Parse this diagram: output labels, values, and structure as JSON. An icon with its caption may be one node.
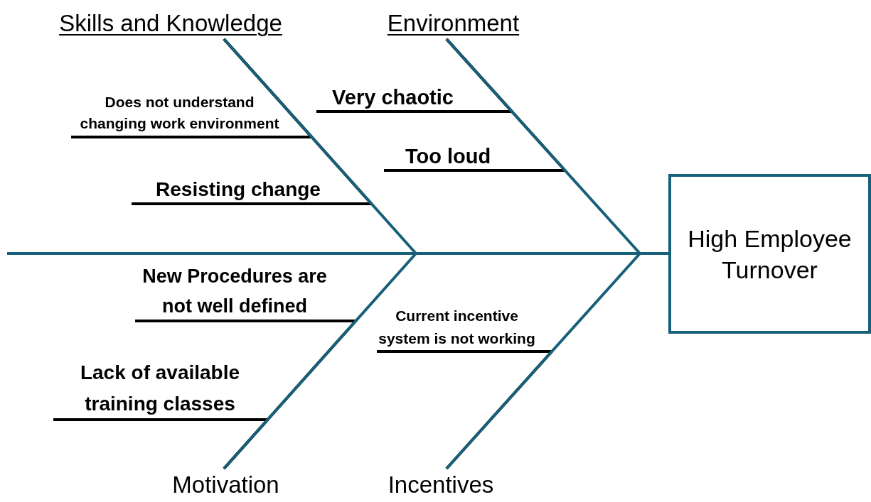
{
  "diagram": {
    "nodes": [
      {
        "text": [
          "Skills and Knowledge"
        ]
      },
      {
        "text": [
          "Environment"
        ]
      },
      {
        "text": [
          "Does not understand changing work environment"
        ]
      },
      {
        "text": [
          "Very chaotic"
        ]
      },
      {
        "text": [
          "Too loud"
        ]
      },
      {
        "text": [
          "Resisting change"
        ]
      },
      {
        "text": [
          "High Employee Turnover"
        ]
      },
      {
        "text": [
          "New Procedures are not well defined"
        ]
      },
      {
        "text": [
          "Current incentive system is not working"
        ]
      },
      {
        "text": [
          "Lack of available training classes"
        ]
      },
      {
        "text": [
          "Motivation"
        ]
      },
      {
        "text": [
          "Incentives"
        ]
      }
    ],
    "edges": [
      {
        "from": null,
        "to": 6,
        "arrow": "none",
        "color": "#17607a"
      },
      {
        "from": 0,
        "to": 6,
        "arrow": "none",
        "color": "#17607a"
      },
      {
        "from": 1,
        "to": 6,
        "arrow": "none",
        "color": "#17607a"
      },
      {
        "from": 10,
        "to": 6,
        "arrow": "none",
        "color": "#17607a"
      },
      {
        "from": 11,
        "to": 6,
        "arrow": "none",
        "color": "#17607a"
      },
      {
        "from": 2,
        "to": 0,
        "arrow": "none"
      },
      {
        "from": 3,
        "to": 1,
        "arrow": "none"
      },
      {
        "from": 4,
        "to": 1,
        "arrow": "none"
      },
      {
        "from": 5,
        "to": 0,
        "arrow": "none"
      },
      {
        "from": 7,
        "to": 10,
        "arrow": "none"
      },
      {
        "from": 9,
        "to": 10,
        "arrow": "none"
      },
      {
        "from": 8,
        "to": 11,
        "arrow": "none"
      }
    ]
  }
}
